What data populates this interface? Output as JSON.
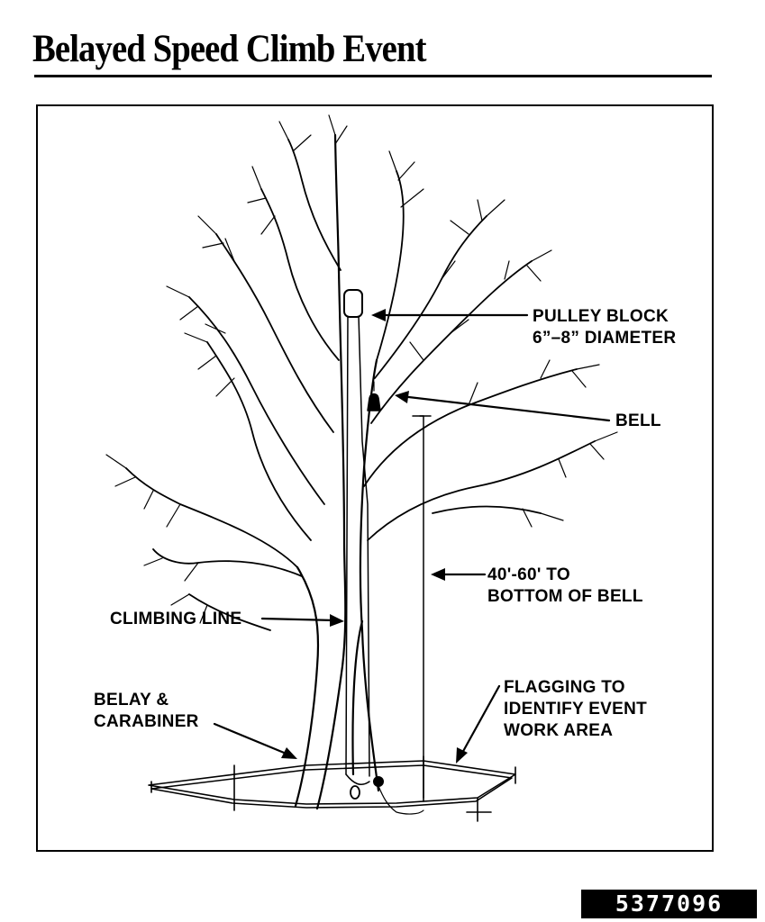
{
  "title": "Belayed Speed Climb Event",
  "labels": {
    "pulley_block_line1": "PULLEY BLOCK",
    "pulley_block_line2": "6”–8” DIAMETER",
    "bell": "BELL",
    "distance_line1": "40'-60' TO",
    "distance_line2": "BOTTOM OF BELL",
    "climbing_line": "CLIMBING LINE",
    "belay_line1": "BELAY &",
    "belay_line2": "CARABINER",
    "flagging_line1": "FLAGGING TO",
    "flagging_line2": "IDENTIFY EVENT",
    "flagging_line3": "WORK AREA"
  },
  "image_id": "5377096"
}
